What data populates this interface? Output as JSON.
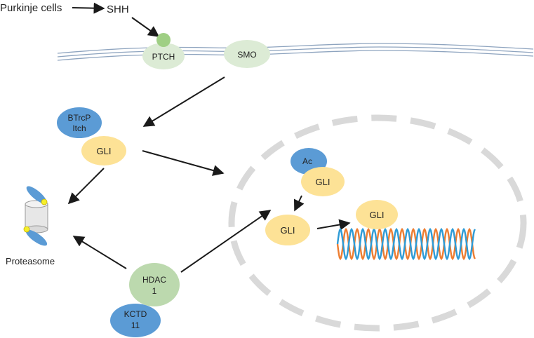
{
  "labels": {
    "purkinje_cells": "Purkinje cells",
    "shh": "SHH",
    "ptch": "PTCH",
    "smo": "SMO",
    "btrcp_line1": "BTrcP",
    "btrcp_line2": "Itch",
    "gli_cytoplasm": "GLI",
    "ac": "Ac",
    "gli_acetylated": "GLI",
    "gli_nuclear": "GLI",
    "gli_dna": "GLI",
    "proteasome": "Proteasome",
    "hdac_line1": "HDAC",
    "hdac_line2": "1",
    "kctd_line1": "KCTD",
    "kctd_line2": "11"
  },
  "colors": {
    "membrane_green": "#dcebd5",
    "shh_dot": "#9fcf84",
    "blue_protein": "#5b9bd5",
    "gli_yellow": "#fde296",
    "hdac_green": "#bcd9ae",
    "nucleus_dash": "#d9d9d9",
    "dna_orange": "#ed7d31",
    "dna_blue": "#2e9bd6",
    "arrow": "#1a1a1a"
  }
}
